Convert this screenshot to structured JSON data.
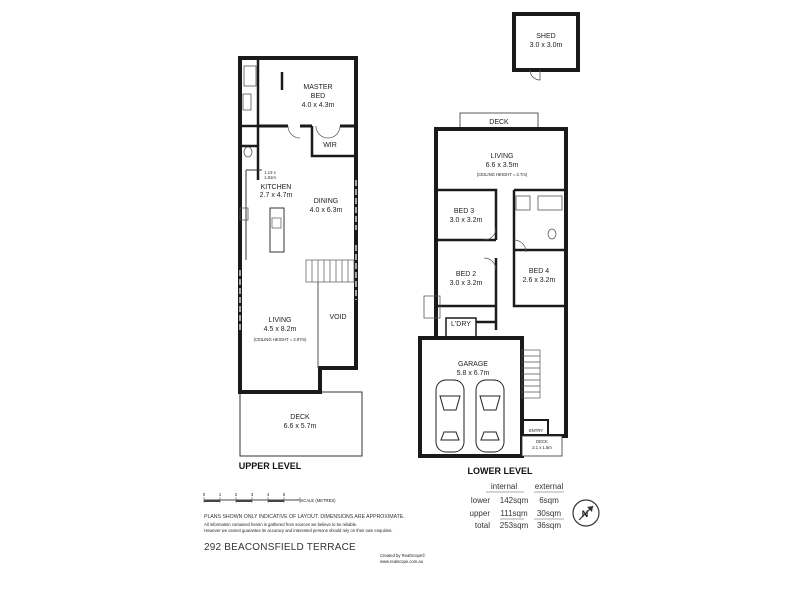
{
  "upper": {
    "title": "UPPER LEVEL",
    "master_bed": {
      "name": "MASTER",
      "name2": "BED",
      "dim": "4.0 x 4.3m"
    },
    "wir": "WIR",
    "kitchen": {
      "name": "KITCHEN",
      "dim": "2.7 x 4.7m",
      "note1": "1.13 x",
      "note2": "1.81m"
    },
    "dining": {
      "name": "DINING",
      "dim": "4.0 x 6.3m"
    },
    "living": {
      "name": "LIVING",
      "dim": "4.5 x 8.2m",
      "ceiling": "(CEILING HEIGHT = 2.97m)"
    },
    "void": "VOID",
    "deck": {
      "name": "DECK",
      "dim": "6.6 x 5.7m"
    }
  },
  "lower": {
    "title": "LOWER LEVEL",
    "shed": {
      "name": "SHED",
      "dim": "3.0 x 3.0m"
    },
    "deck": "DECK",
    "living": {
      "name": "LIVING",
      "dim": "6.6 x 3.5m",
      "ceiling": "(CEILING HEIGHT = 2.7m)"
    },
    "bed3": {
      "name": "BED 3",
      "dim": "3.0 x 3.2m"
    },
    "bed2": {
      "name": "BED 2",
      "dim": "3.0 x 3.2m"
    },
    "bed4": {
      "name": "BED 4",
      "dim": "2.6 x 3.2m"
    },
    "ldry": "L'DRY",
    "garage": {
      "name": "GARAGE",
      "dim": "5.8 x 6.7m"
    },
    "entry": "ENTRY",
    "front_deck": {
      "name": "DECK",
      "dim": "2.1 x 1.5m"
    }
  },
  "scale": {
    "ticks": [
      "0",
      "1",
      "2",
      "3",
      "4",
      "5"
    ],
    "label": "SCALE (METRES)"
  },
  "disclaimer": {
    "line1": "PLANS SHOWN ONLY INDICATIVE OF LAYOUT.  DIMENSIONS ARE APPROXIMATE.",
    "line2": "All information contained herein is gathered from sources we believe to be reliable.",
    "line3": "However we cannot guarantee its accuracy and interested persons should rely on their own enquiries."
  },
  "areas": {
    "headers": [
      "internal",
      "external"
    ],
    "rows": [
      {
        "label": "lower",
        "internal": "142sqm",
        "external": "6sqm"
      },
      {
        "label": "upper",
        "internal": "111sqm",
        "external": "30sqm"
      },
      {
        "label": "total",
        "internal": "253sqm",
        "external": "36sqm"
      }
    ]
  },
  "compass": "N",
  "address": "292 BEACONSFIELD TERRACE",
  "credit": {
    "line1": "Created by RealScope©",
    "line2": "www.realscope.com.au"
  }
}
